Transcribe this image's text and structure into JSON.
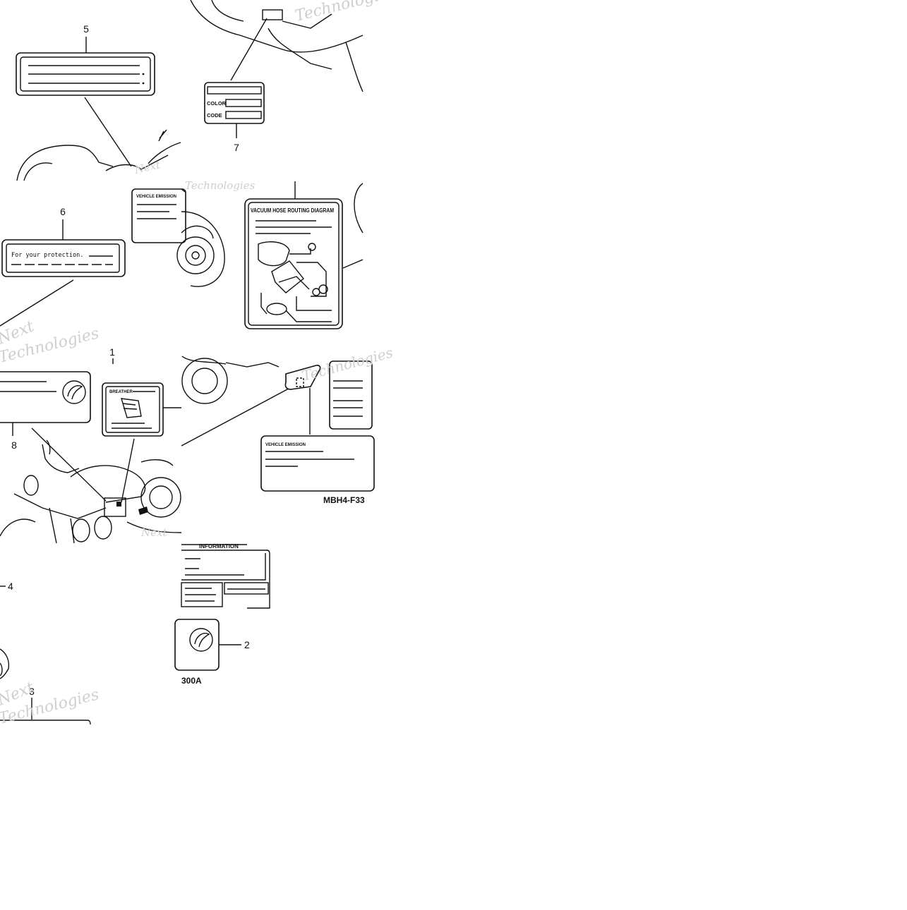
{
  "callouts": {
    "c1": "1",
    "c2": "2",
    "c3": "3",
    "c4": "4",
    "c5": "5",
    "c6": "6",
    "c7": "7",
    "c8": "8"
  },
  "label_text": {
    "color": "COLOR",
    "code": "CODE",
    "protection": "For your protection.",
    "vacuum_hose": "VACUUM HOSE ROUTING DIAGRAM",
    "vehicle_emission": "VEHICLE EMISSION",
    "breather": "BREATHER",
    "information": "INFORMATION"
  },
  "figure_codes": {
    "mbh4": "MBH4-F33",
    "suffix": "300A"
  },
  "watermark": {
    "next": "Next",
    "technologies": "Technologies"
  }
}
